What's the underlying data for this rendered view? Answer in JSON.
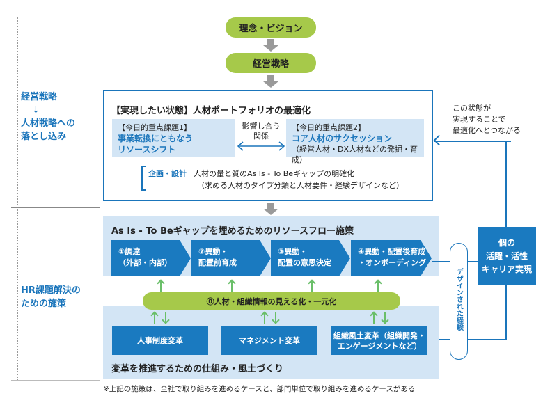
{
  "rail": {
    "section1": {
      "line1": "経営戦略",
      "arrow": "↓",
      "line2": "人材戦略への",
      "line3": "落とし込み"
    },
    "section2": {
      "line1": "HR課題解決の",
      "line2": "ための施策"
    }
  },
  "top_flow": {
    "vision": "理念・ビジョン",
    "strategy": "経営戦略"
  },
  "ideal_state": {
    "title": "【実現したい状態】人材ポートフォリオの最適化",
    "issue1": {
      "tag": "【今日的重点課題1】",
      "line1": "事業転換にともなう",
      "line2": "リソースシフト"
    },
    "relation": {
      "line1": "影響し合う",
      "line2": "関係"
    },
    "issue2": {
      "tag": "【今日的重点課題2】",
      "main": "コア人材のサクセッション",
      "sub": "（経営人材・DX人材などの発掘・育成）"
    },
    "plan": {
      "label": "企画・設計",
      "text1": "人材の量と質のAs Is - To Beギャップの明確化",
      "text2": "（求める人材のタイプ分類と人材要件・経験デザインなど）"
    }
  },
  "feedback_note": {
    "line1": "この状態が",
    "line2": "実現することで",
    "line3": "最適化へとつながる"
  },
  "resource_flow": {
    "title": "As Is - To Beギャップを埋めるためのリソースフロー施策",
    "steps": [
      {
        "line1": "①調達",
        "line2": "（外部・内部）"
      },
      {
        "line1": "②異動・",
        "line2": "配置前育成"
      },
      {
        "line1": "③異動・",
        "line2": "配置の意思決定"
      },
      {
        "line1": "④異動・配置後育成",
        "line2": "・オンボーディング"
      }
    ]
  },
  "visibility_band": "⓪人材・組織情報の見える化・一元化",
  "culture": {
    "title": "変革を推進するための仕組み・風土づくり",
    "reforms": [
      {
        "line1": "人事制度変革",
        "line2": ""
      },
      {
        "line1": "マネジメント変革",
        "line2": ""
      },
      {
        "line1": "組織風土変革（組織開発・",
        "line2": "エンゲージメントなど）"
      }
    ]
  },
  "designed_experience": "デザインされた経験",
  "career_box": {
    "line1": "個の",
    "line2": "活躍・活性",
    "line3": "キャリア実現"
  },
  "footnote": "※上記の施策は、全社で取り組みを進めるケースと、部門単位で取り組みを進めるケースがある",
  "colors": {
    "primary_blue": "#1a7ac0",
    "light_blue": "#d3e5f5",
    "green": "#a6c94a",
    "arrow_green": "#6abf69",
    "arrow_gray": "#9a9a9a"
  }
}
